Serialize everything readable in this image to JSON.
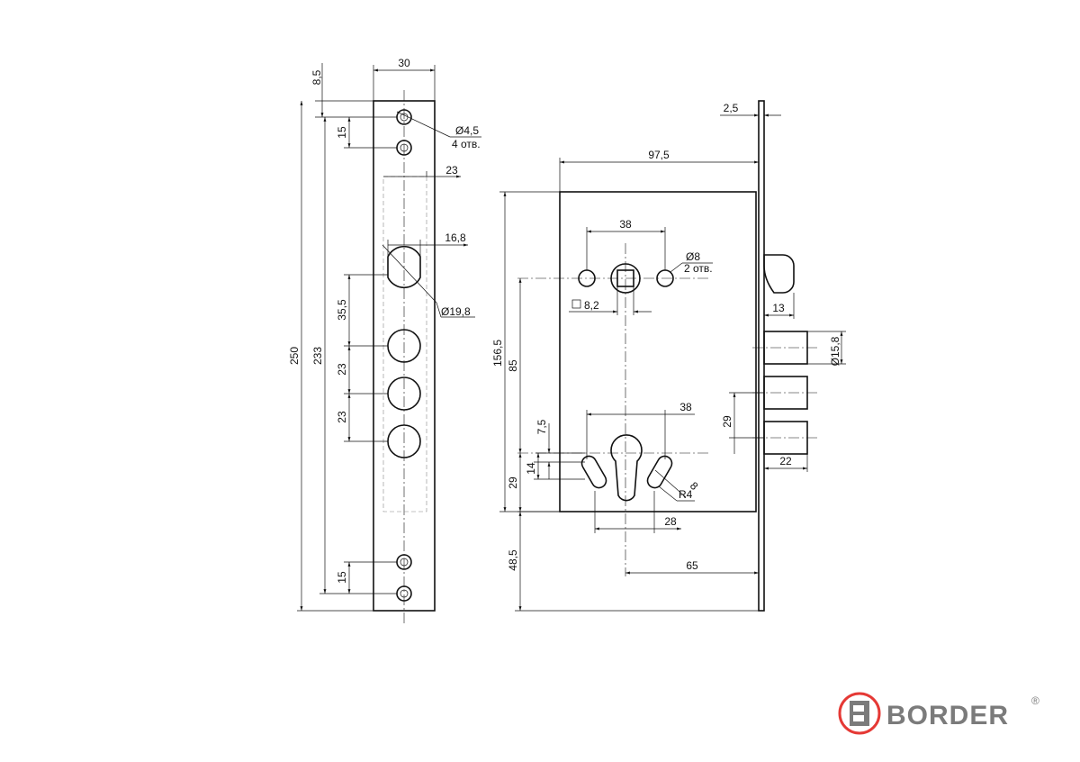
{
  "faceplate": {
    "width": "30",
    "top_offset": "8,5",
    "total_length": "250",
    "hole_span": "233",
    "hole_pitch_top": "15",
    "hole_pitch_bottom": "15",
    "mount_hole": "Ø4,5",
    "mount_hole_count": "4 отв.",
    "cutout_width": "23",
    "latch_width": "16,8",
    "latch_diameter": "Ø19,8",
    "latch_to_bolt": "35,5",
    "bolt_pitch_1": "23",
    "bolt_pitch_2": "23"
  },
  "body": {
    "plate_thickness": "2,5",
    "body_depth": "97,5",
    "spindle_pitch": "38",
    "side_hole": "Ø8",
    "side_hole_count": "2 отв.",
    "spindle_square": "8,2",
    "body_height": "156,5",
    "spindle_to_cylinder": "85",
    "latch_projection": "13",
    "bolt_diameter": "Ø15,8",
    "bolt_pitch": "29",
    "bolt_projection": "22",
    "cylinder_pitch": "38",
    "offset_7_5": "7,5",
    "offset_14": "14",
    "offset_29": "29",
    "slot_width": "8",
    "slot_radius": "R4",
    "slot_spacing": "28",
    "bottom_offset": "48,5",
    "backset": "65"
  },
  "brand": {
    "name": "BORDER",
    "registered": "®",
    "color": "#7b7b7b",
    "accent": "#e53935"
  }
}
